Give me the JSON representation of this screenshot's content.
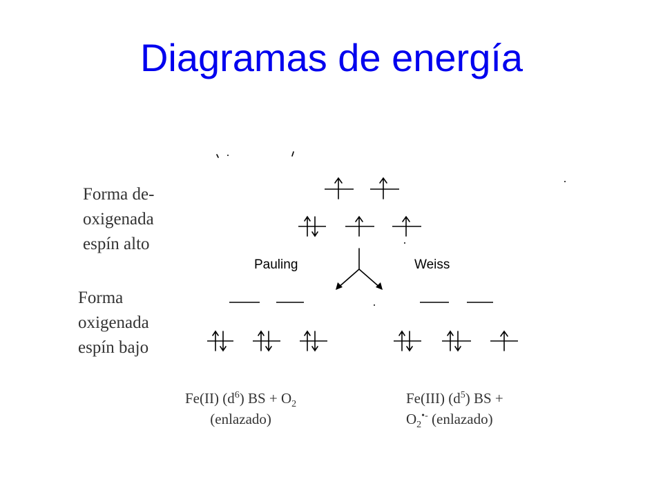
{
  "title": "Diagramas de energía",
  "labels": {
    "high_spin": [
      "Forma de-",
      "oxigenada",
      "espín alto"
    ],
    "low_spin": [
      "Forma",
      "oxigenada",
      "espín bajo"
    ]
  },
  "diagram": {
    "pauling": "Pauling",
    "weiss": "Weiss"
  },
  "captions": {
    "left": {
      "line1_a": "Fe(II) (d",
      "line1_sup": "6",
      "line1_b": ") BS + O",
      "line1_sub": "2",
      "line2": "(enlazado)"
    },
    "right": {
      "line1_a": "Fe(III) (d",
      "line1_sup": "5",
      "line1_b": ") BS +",
      "line2_a": "O",
      "line2_sub": "2",
      "line2_sup": "•-",
      "line2_b": " (enlazado)"
    }
  }
}
